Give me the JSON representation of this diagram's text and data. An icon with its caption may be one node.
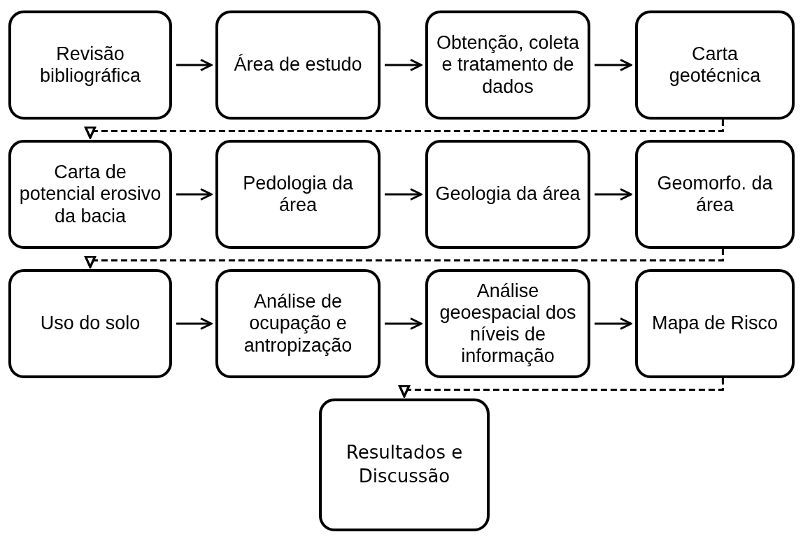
{
  "diagram": {
    "nodes": [
      {
        "text": [
          "Revisão bibliográfica"
        ]
      },
      {
        "text": [
          "Área de estudo"
        ]
      },
      {
        "text": [
          "Obtenção, coleta e tratamento de dados"
        ]
      },
      {
        "text": [
          "Carta geotécnica"
        ]
      },
      {
        "text": [
          "Carta de potencial erosivo da bacia"
        ]
      },
      {
        "text": [
          "Pedologia da área"
        ]
      },
      {
        "text": [
          "Geologia da área"
        ]
      },
      {
        "text": [
          "Geomorfo. da área"
        ]
      },
      {
        "text": [
          "Uso do solo"
        ]
      },
      {
        "text": [
          "Análise de ocupação e antropização"
        ]
      },
      {
        "text": [
          "Análise geoespacial dos níveis de informação"
        ]
      },
      {
        "text": [
          "Mapa de Risco"
        ]
      },
      {
        "text": [
          "Resultados e Discussão"
        ]
      }
    ],
    "edges": [
      {
        "from": 0,
        "to": 1,
        "arrow": "to"
      },
      {
        "from": 1,
        "to": 2,
        "arrow": "to"
      },
      {
        "from": 2,
        "to": 3,
        "arrow": "to"
      },
      {
        "from": 3,
        "to": 4,
        "arrow": "to",
        "style": "dashed"
      },
      {
        "from": 4,
        "to": 5,
        "arrow": "to"
      },
      {
        "from": 5,
        "to": 6,
        "arrow": "to"
      },
      {
        "from": 6,
        "to": 7,
        "arrow": "to"
      },
      {
        "from": 7,
        "to": 8,
        "arrow": "to",
        "style": "dashed"
      },
      {
        "from": 8,
        "to": 9,
        "arrow": "to"
      },
      {
        "from": 9,
        "to": 10,
        "arrow": "to"
      },
      {
        "from": 10,
        "to": 11,
        "arrow": "to"
      },
      {
        "from": 11,
        "to": 12,
        "arrow": "to",
        "style": "dashed"
      }
    ]
  }
}
